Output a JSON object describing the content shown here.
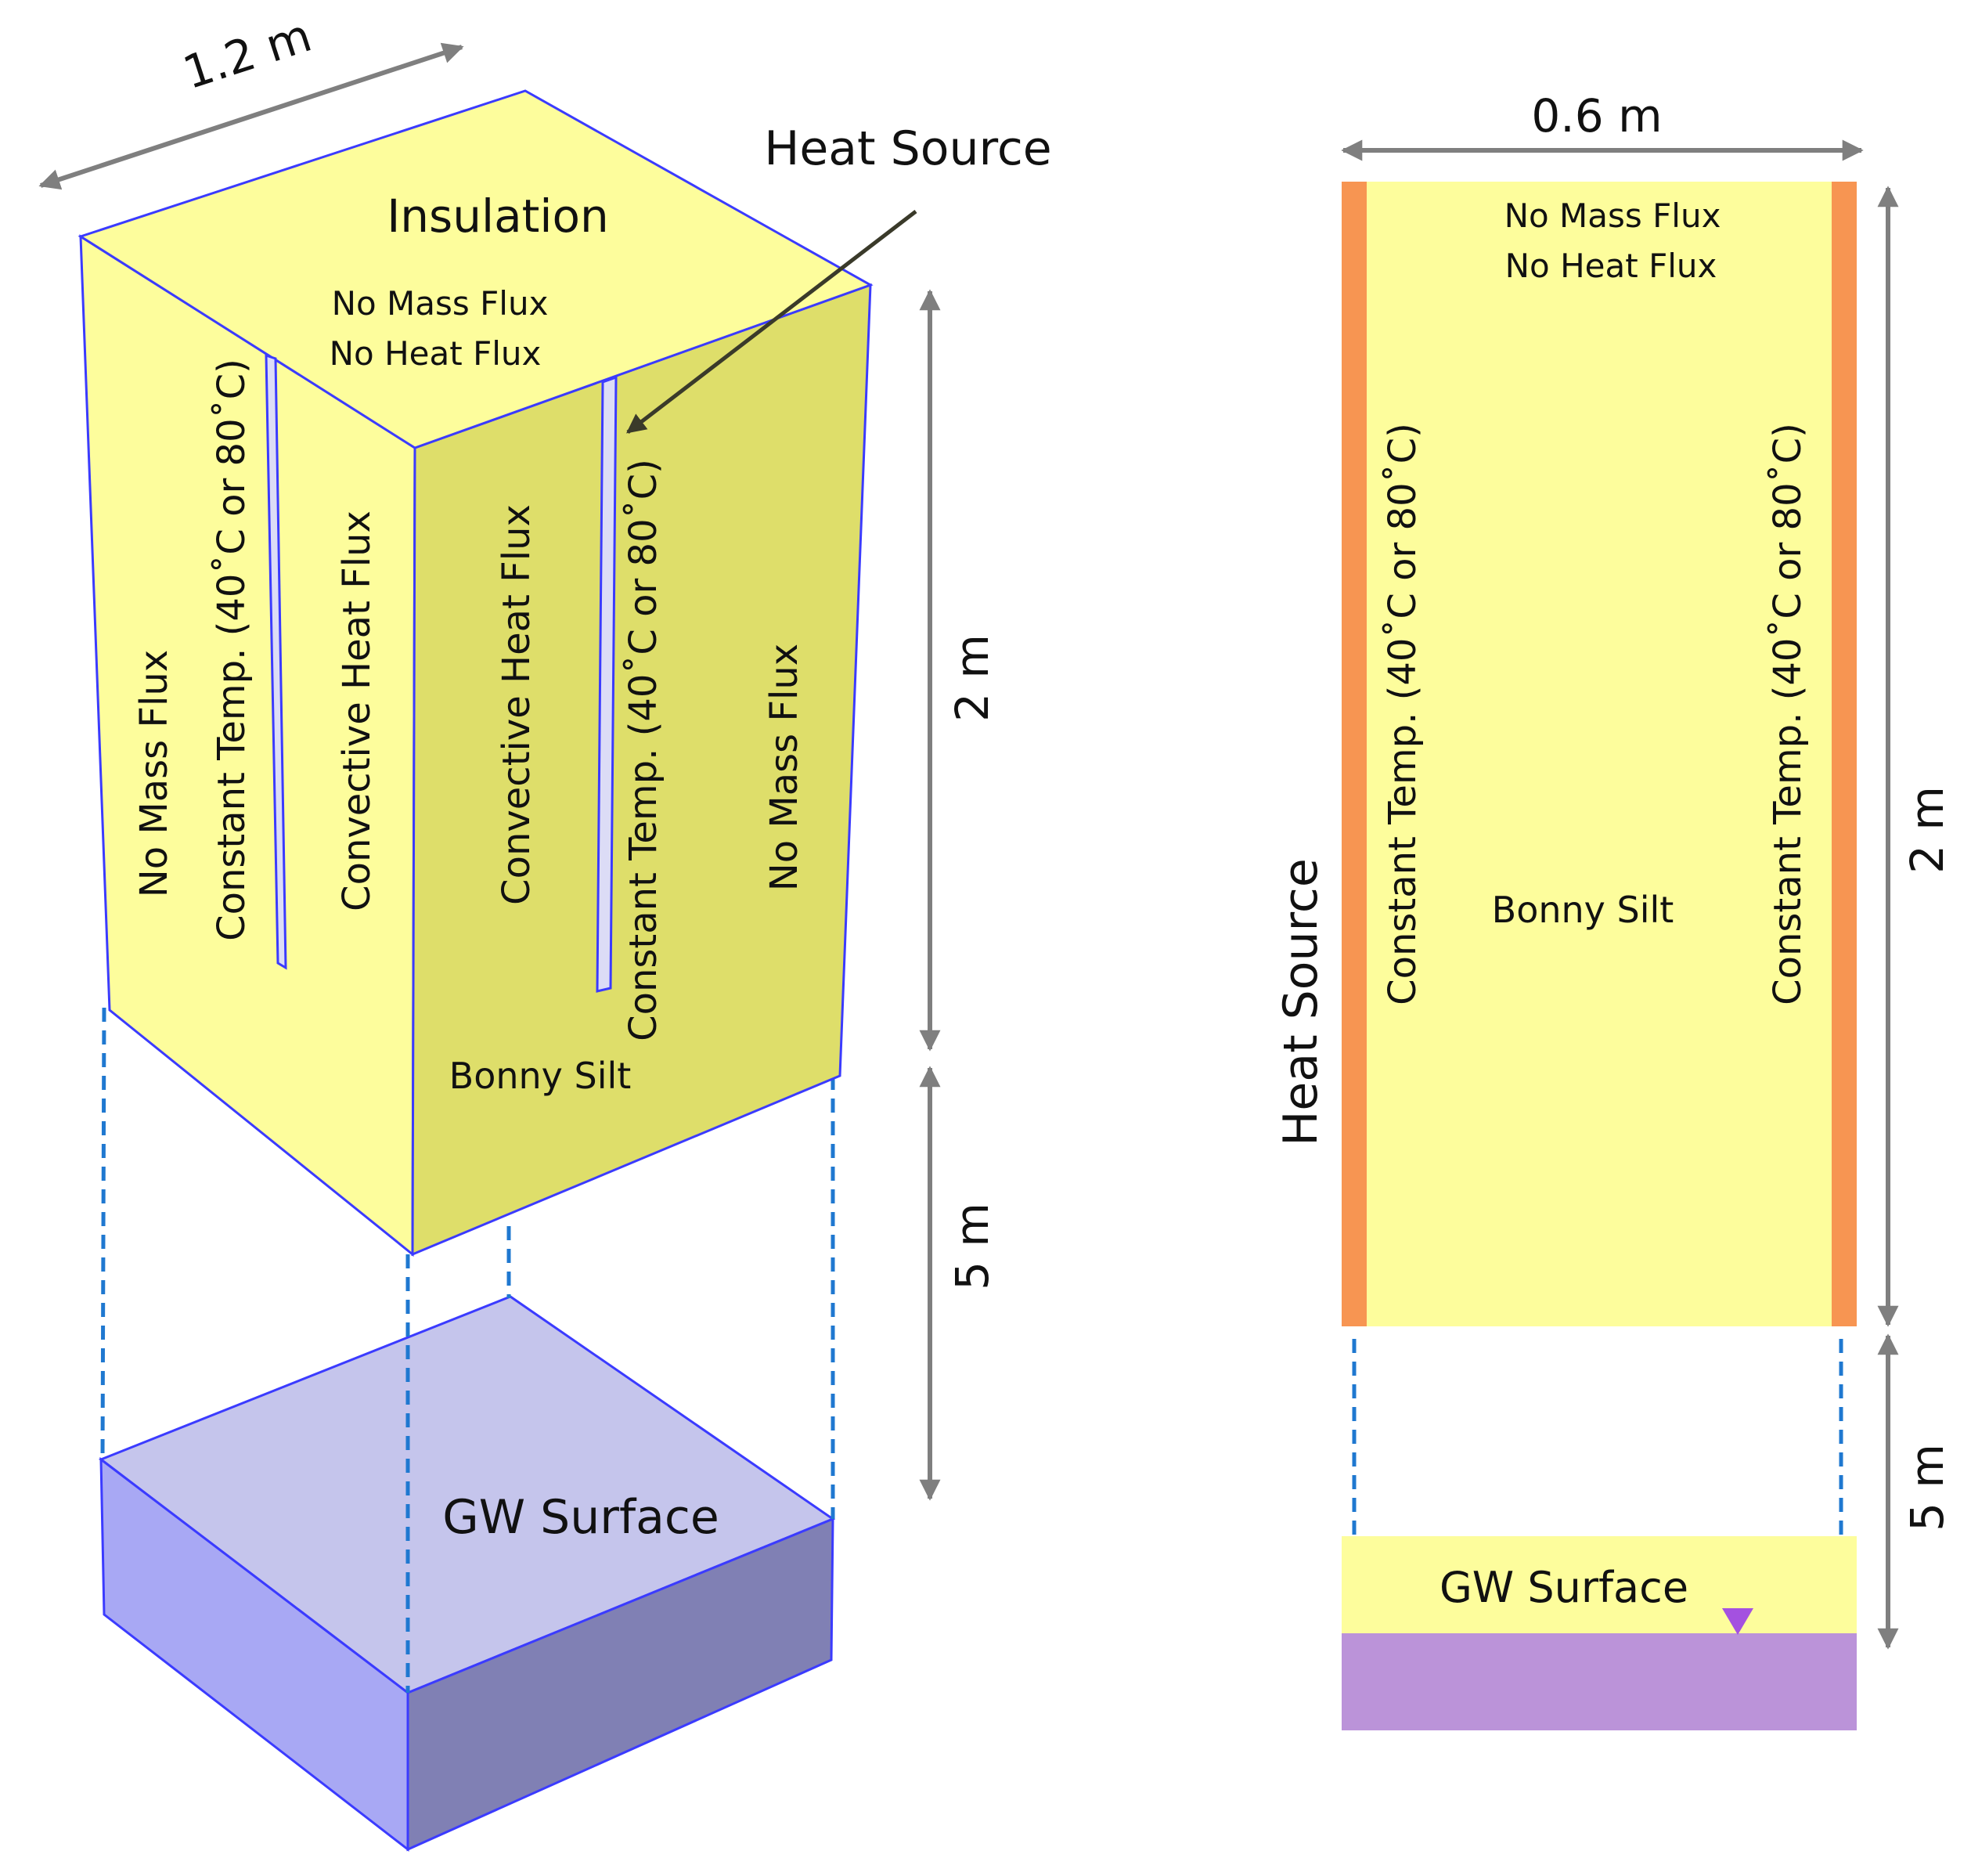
{
  "left_figure": {
    "width_dimension": "1.2 m",
    "heat_source_callout": "Heat Source",
    "top_face_title": "Insulation",
    "top_face_condition_1": "No Mass Flux",
    "top_face_condition_2": "No Heat Flux",
    "left_face_outer_condition": "No Mass Flux",
    "left_face_heater_condition": "Constant Temp. (40˚C or 80˚C)",
    "left_face_inner_condition": "Convective Heat Flux",
    "right_face_inner_condition": "Convective Heat Flux",
    "right_face_heater_condition": "Constant Temp. (40˚C or 80˚C)",
    "right_face_outer_condition": "No Mass Flux",
    "soil_label": "Bonny Silt",
    "gw_label": "GW Surface",
    "height_dimension": "2 m",
    "depth_dimension": "5 m"
  },
  "right_figure": {
    "width_dimension": "0.6 m",
    "top_condition_1": "No Mass Flux",
    "top_condition_2": "No Heat Flux",
    "heat_source_label": "Heat Source",
    "left_boundary_condition": "Constant Temp. (40˚C or 80˚C)",
    "right_boundary_condition": "Constant Temp. (40˚C or 80˚C)",
    "soil_label": "Bonny Silt",
    "gw_label": "GW Surface",
    "height_dimension": "2 m",
    "depth_dimension": "5 m"
  },
  "colors": {
    "soil_light": "#fdfd9c",
    "soil_shaded": "#dede6a",
    "edge_blue": "#3b3bff",
    "heater_orange": "#f79552",
    "gw_top": "#c5c5ec",
    "gw_front": "#a8a8f4",
    "gw_side": "#8080b4",
    "water_purple": "#bb93d9",
    "dim_gray": "#7f7f7f",
    "dash_blue": "#1f78d0"
  }
}
